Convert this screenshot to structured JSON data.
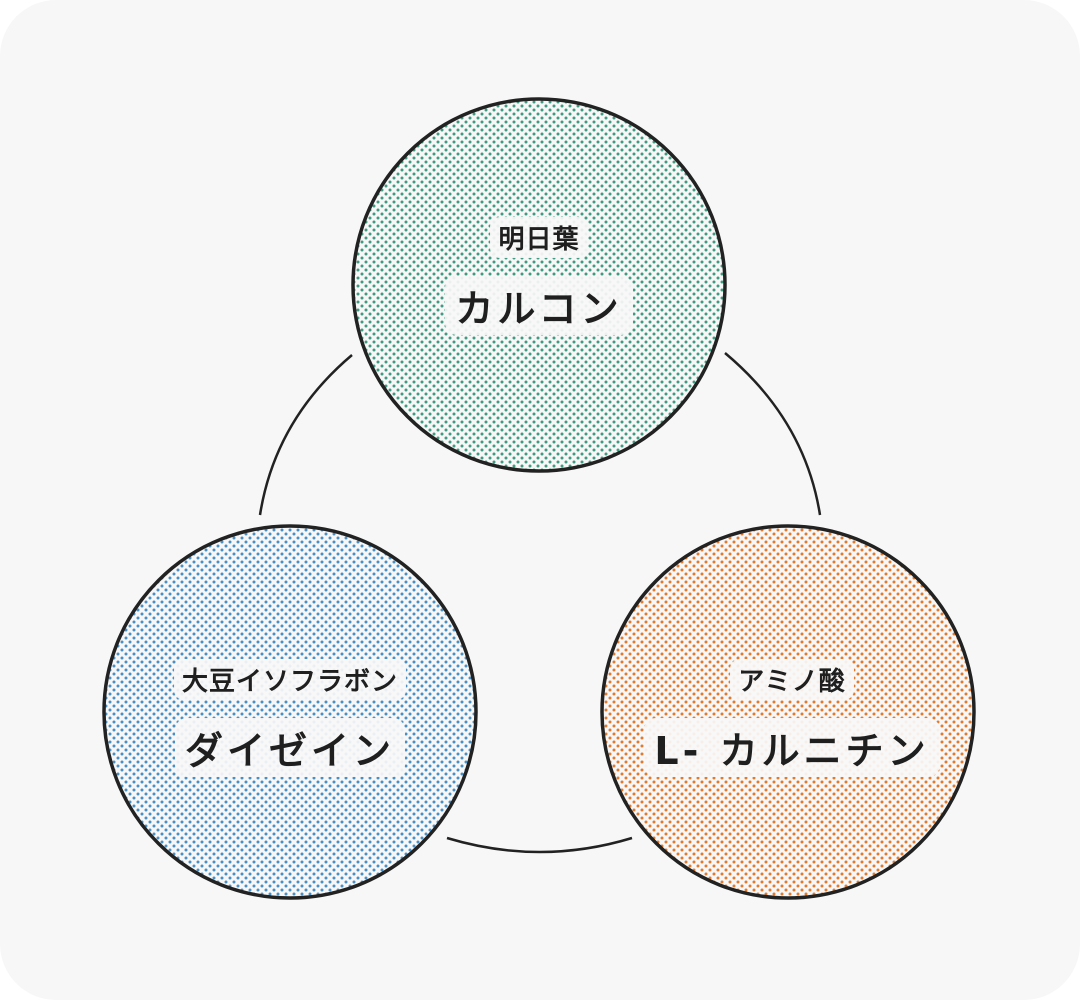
{
  "nodes": [
    {
      "id": "top",
      "sub_label": "明日葉",
      "main_label": "カルコン",
      "color": "#3f9a80"
    },
    {
      "id": "left",
      "sub_label": "大豆イソフラボン",
      "main_label": "ダイゼイン",
      "color": "#4a8fc4"
    },
    {
      "id": "right",
      "sub_label": "アミノ酸",
      "main_label": "L- カルニチン",
      "color": "#e07b2e"
    }
  ],
  "colors": {
    "background": "#f7f7f7",
    "outline": "#222222"
  }
}
